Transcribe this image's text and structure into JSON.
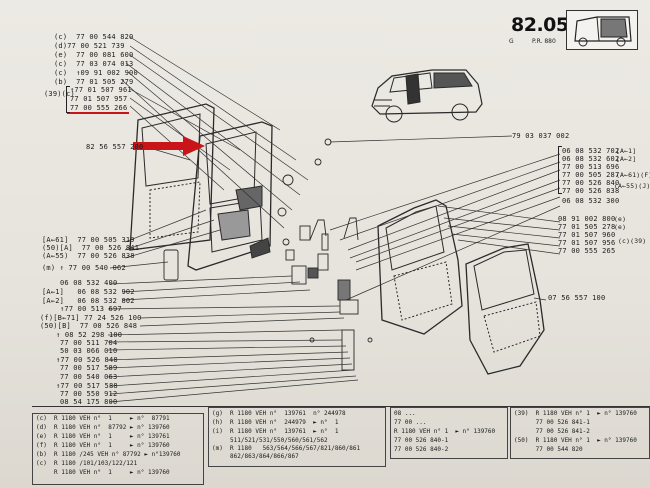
{
  "page": {
    "number": "82.05",
    "sub": "G",
    "ref": "P.R. 880"
  },
  "labels": {
    "l01": "(c)  77 00 544 820",
    "l02": "(d)77 00 521 739",
    "l03": "(e)  77 00 081 600",
    "l04": "(c)  77 03 074 013",
    "l05": "(c)  ↑09 91 002 900",
    "l06": "(b)  77 01 505 279",
    "l07": "↑77 01 507 961",
    "l08": "77 01 507 957",
    "l09": "77 00 555 266",
    "l10": "82 56 557 200",
    "l11": "[A←61]  77 00 505 319",
    "l12": "(50)[A]  77 00 526 841",
    "l13": "(A←55)  77 00 526 838",
    "l14": "(m) ↑ 77 00 540 062",
    "l15": "06 08 532 400",
    "l16": "[A←1]   06 08 532 902",
    "l17": "[A←2]   06 08 532 802",
    "l18": "↑77 00 513 697",
    "l19": "(f)[B←71] 77 24 526 100",
    "l20": "(50)[B]  77 00 526 848",
    "l21": "↑ 08 52 298 100",
    "l22": "77 00 511 704",
    "l23": "50 03 066 010",
    "l24": "↑77 00 526 848",
    "l25": "77 00 517 589",
    "l26": "77 00 540 063",
    "l27": "↑77 00 517 588",
    "l28": "77 00 550 912",
    "l29": "08 54 175 800",
    "r01": "79 03 037 002",
    "r02": "06 08 532 702",
    "r03": "06 08 532 602",
    "r04": "77 00 513 696",
    "r05": "77 00 505 287",
    "r06": "77 00 526 840",
    "r07": "77 00 526 838",
    "r08": "06 08 532 300",
    "r09": "08 91 002 800",
    "r10": "77 01 505 278",
    "r11": "77 01 507 960",
    "r12": "77 01 507 956",
    "r13": "77 00 555 265",
    "r14": "07 56 557 100",
    "t1": "[A←1]",
    "t2": "[A←2]",
    "t3": "(A←61)(F)",
    "t4": "(A←55)(J)(50)",
    "t5": "(e)",
    "t6": "(e)",
    "t7": "(c)(39)"
  },
  "table": {
    "left": [
      "(c)  R 1180 VEH n°  1     ► n°  87791",
      "(d)  R 1180 VEH n°  87792 ► n° 139760",
      "(e)  R 1180 VEH n°  1     ► n° 139761",
      "(f)  R 1180 VEH n°  1     ► n° 139760",
      "(b)  R 1180 /245 VEH n° 87792 ► n°139760",
      "(c)  R 1180 /101/103/122/121",
      "     R 1180 VEH n°  1     ► n° 139760"
    ],
    "mid": [
      "(g)  R 1180 VEH n°  139761  n° 244978",
      "(h)  R 1180 VEH n°  244979  ► n°  1",
      "(i)  R 1180 VEH n°  139761  ► n°  1",
      "     511/521/531/550/560/561/562",
      "(m)  R 1180   563/564/566/567/821/860/861",
      "     862/863/864/866/867"
    ],
    "c3": [
      "08 ...",
      "77 00 ...",
      "R 1180 VEH n° 1  ► n° 139760",
      "77 00 526 840-1",
      "77 00 526 840-2"
    ],
    "c4": [
      "(39)  R 1180 VEH n° 1  ► n° 139760",
      "      77 00 526 841-1",
      "      77 00 526 841-2",
      "(50)  R 1180 VEH n° 1  ► n° 139760",
      "      77 00 544 820"
    ]
  },
  "colors": {
    "highlight_red": "#c9141a"
  }
}
